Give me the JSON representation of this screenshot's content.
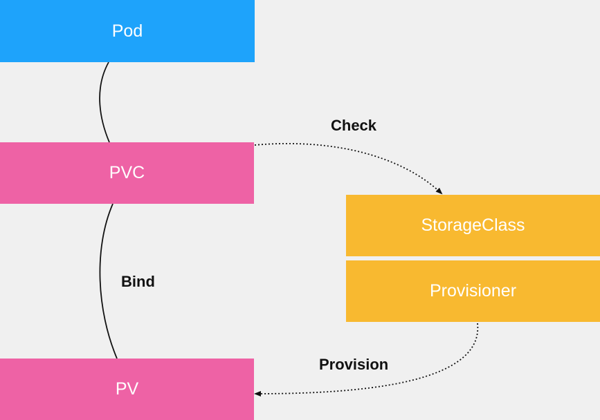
{
  "colors": {
    "background": "#f0f0f0",
    "pod": "#1ea3fb",
    "pvc": "#ee62a5",
    "pv": "#ee62a5",
    "storageclass": "#f8b930",
    "provisioner": "#f8b930",
    "line": "#111111"
  },
  "nodes": {
    "pod": {
      "label": "Pod"
    },
    "pvc": {
      "label": "PVC"
    },
    "pv": {
      "label": "PV"
    },
    "storageclass": {
      "label": "StorageClass"
    },
    "provisioner": {
      "label": "Provisioner"
    }
  },
  "edges": {
    "check": {
      "label": "Check",
      "from": "PVC",
      "to": "StorageClass",
      "style": "dotted"
    },
    "bind": {
      "label": "Bind",
      "from": "PVC",
      "to": "PV",
      "style": "solid"
    },
    "provision": {
      "label": "Provision",
      "from": "Provisioner",
      "to": "PV",
      "style": "dotted"
    },
    "pod_pvc": {
      "label": "",
      "from": "Pod",
      "to": "PVC",
      "style": "solid"
    }
  }
}
